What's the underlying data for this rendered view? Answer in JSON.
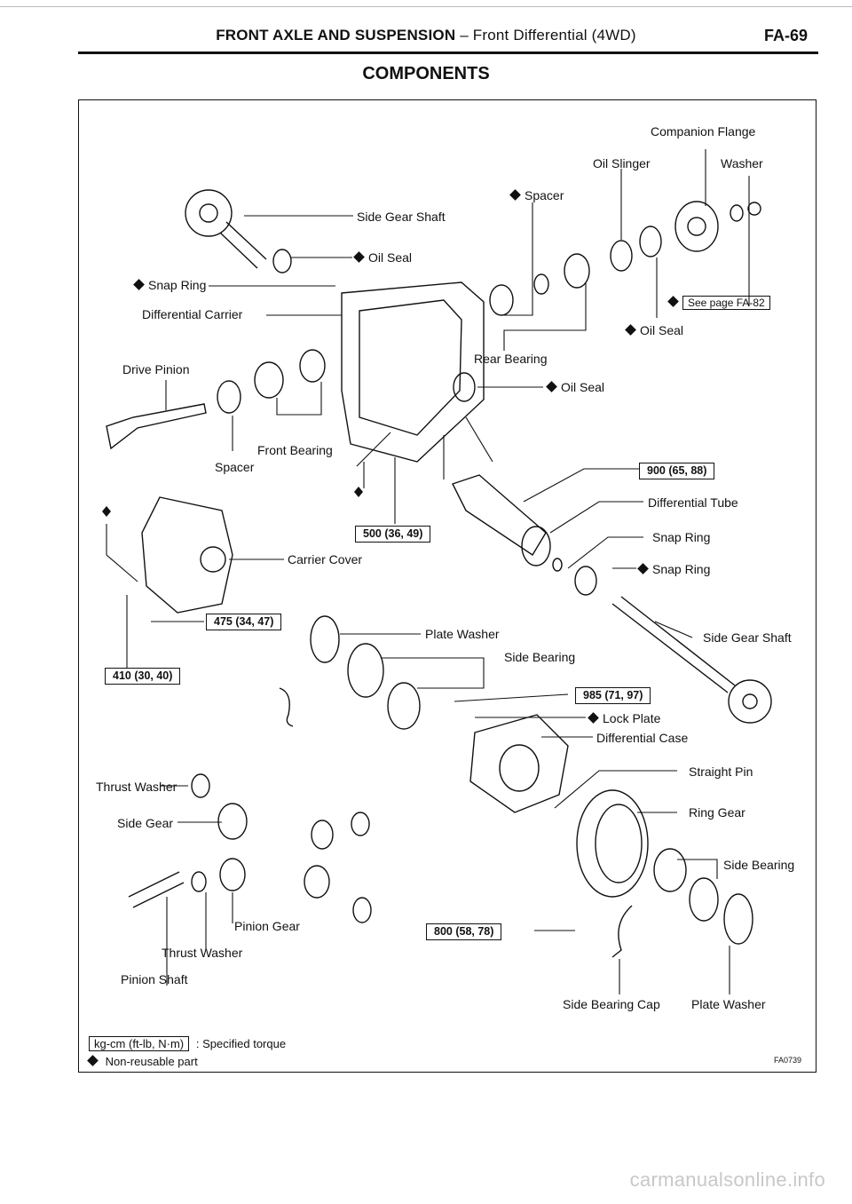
{
  "header": {
    "title_main": "FRONT AXLE AND SUSPENSION",
    "title_sub": " – Front Differential (4WD)",
    "page_number": "FA-69"
  },
  "section_title": "COMPONENTS",
  "labels": {
    "companion_flange": "Companion Flange",
    "oil_slinger": "Oil Slinger",
    "washer": "Washer",
    "spacer_top": "Spacer",
    "side_gear_shaft_top": "Side Gear Shaft",
    "oil_seal_top": "Oil Seal",
    "snap_ring_left": "Snap Ring",
    "differential_carrier": "Differential Carrier",
    "see_page": "See page FA-82",
    "oil_seal_right": "Oil Seal",
    "rear_bearing": "Rear Bearing",
    "drive_pinion": "Drive Pinion",
    "oil_seal_mid": "Oil Seal",
    "front_bearing": "Front Bearing",
    "spacer_mid": "Spacer",
    "differential_tube": "Differential Tube",
    "snap_ring_mid": "Snap Ring",
    "snap_ring_right": "Snap Ring",
    "carrier_cover": "Carrier Cover",
    "plate_washer_mid": "Plate Washer",
    "side_bearing_mid": "Side Bearing",
    "side_gear_shaft_right": "Side Gear Shaft",
    "lock_plate": "Lock Plate",
    "differential_case": "Differential Case",
    "straight_pin": "Straight Pin",
    "thrust_washer_top": "Thrust Washer",
    "side_gear": "Side Gear",
    "ring_gear": "Ring Gear",
    "side_bearing_right": "Side Bearing",
    "pinion_gear": "Pinion Gear",
    "thrust_washer_bottom": "Thrust Washer",
    "pinion_shaft": "Pinion Shaft",
    "side_bearing_cap": "Side Bearing Cap",
    "plate_washer_bottom": "Plate Washer"
  },
  "torques": {
    "t900": "900 (65, 88)",
    "t500": "500 (36, 49)",
    "t475": "475 (34, 47)",
    "t410": "410 (30, 40)",
    "t985": "985 (71, 97)",
    "t800": "800 (58, 78)"
  },
  "legend": {
    "torque_unit": "kg-cm (ft-lb, N·m)",
    "torque_desc": ": Specified torque",
    "nonreusable": "Non-reusable part"
  },
  "figure_code": "FA0739",
  "watermark": "carmanualsonline.info"
}
